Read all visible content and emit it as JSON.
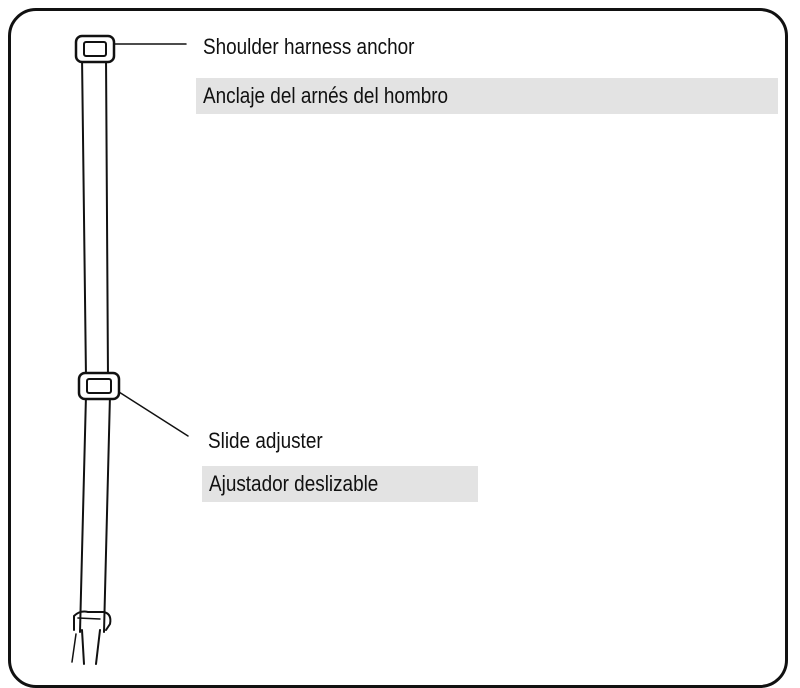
{
  "callouts": {
    "shoulder_anchor": {
      "english": "Shoulder harness anchor",
      "spanish": "Anclaje del arnés del hombro"
    },
    "slide_adjuster": {
      "english": "Slide adjuster",
      "spanish": "Ajustador deslizable"
    }
  },
  "colors": {
    "line": "#111111",
    "translation_background": "#e3e3e3"
  },
  "icons": [
    "harness-strap-illustration",
    "buckle-icon"
  ]
}
